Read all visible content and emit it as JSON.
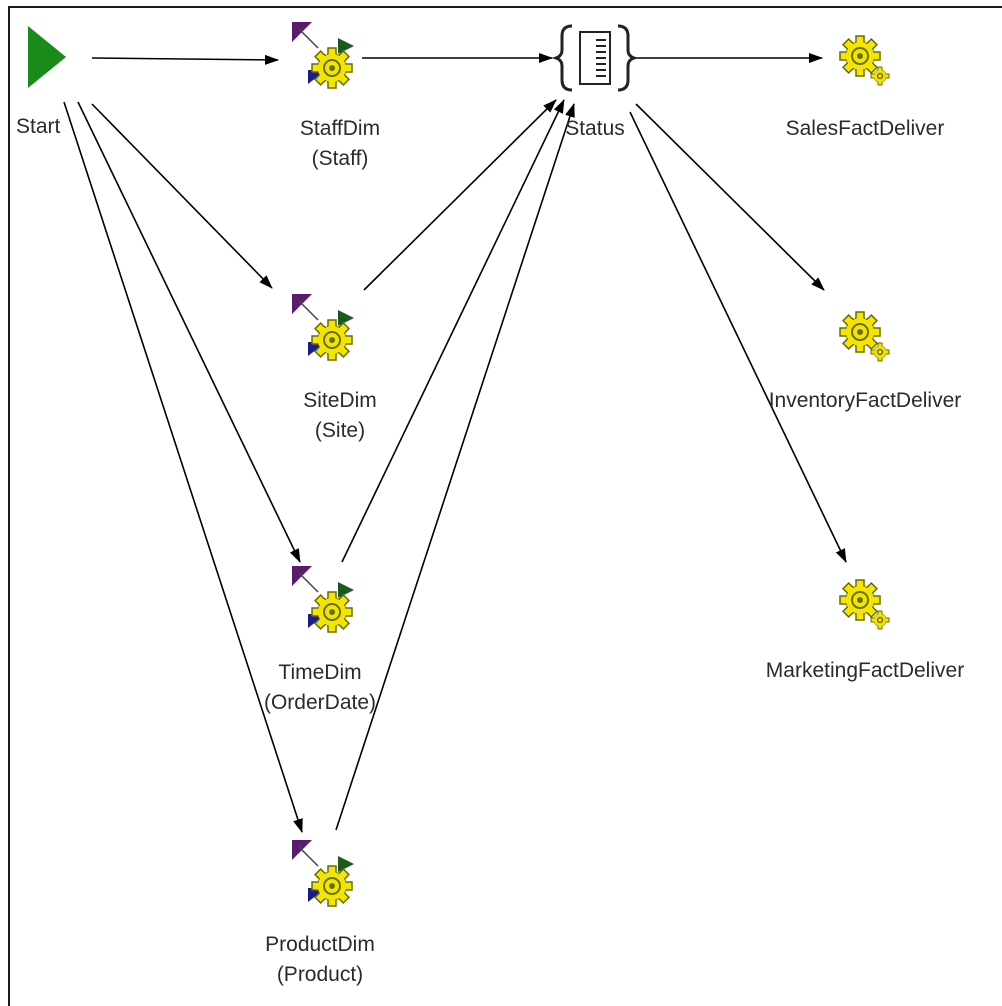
{
  "diagram": {
    "nodes": {
      "start": {
        "label": "Start"
      },
      "staff": {
        "label": "StaffDim",
        "sublabel": "(Staff)"
      },
      "site": {
        "label": "SiteDim",
        "sublabel": "(Site)"
      },
      "time": {
        "label": "TimeDim",
        "sublabel": "(OrderDate)"
      },
      "product": {
        "label": "ProductDim",
        "sublabel": "(Product)"
      },
      "status": {
        "label": "Status"
      },
      "sales": {
        "label": "SalesFactDeliver"
      },
      "inventory": {
        "label": "InventoryFactDeliver"
      },
      "marketing": {
        "label": "MarketingFactDeliver"
      }
    },
    "edges": [
      {
        "from": "start",
        "to": "staff"
      },
      {
        "from": "start",
        "to": "site"
      },
      {
        "from": "start",
        "to": "time"
      },
      {
        "from": "start",
        "to": "product"
      },
      {
        "from": "staff",
        "to": "status"
      },
      {
        "from": "site",
        "to": "status"
      },
      {
        "from": "time",
        "to": "status"
      },
      {
        "from": "product",
        "to": "status"
      },
      {
        "from": "status",
        "to": "sales"
      },
      {
        "from": "status",
        "to": "inventory"
      },
      {
        "from": "status",
        "to": "marketing"
      }
    ],
    "colors": {
      "start_green": "#1a8a1a",
      "gear_yellow": "#f2e600",
      "gear_outline": "#6b6b00",
      "triangle_purple": "#5a1a6e",
      "triangle_green": "#1e5a1e",
      "triangle_blue": "#1a1a8a",
      "edge": "#000000"
    },
    "icons": {
      "start": "green-play-triangle-icon",
      "dim": "dimension-gear-icon",
      "status": "brace-list-icon",
      "fact": "gear-with-small-gear-icon"
    }
  }
}
